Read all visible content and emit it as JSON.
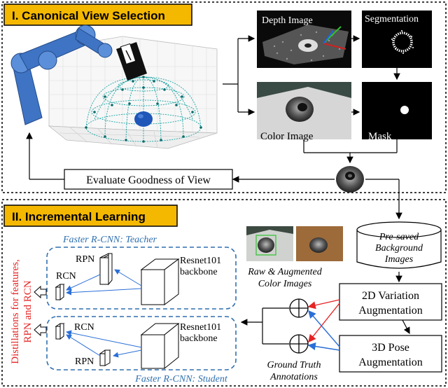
{
  "section1": {
    "title": "I. Canonical View Selection",
    "depth_label": "Depth Image",
    "segmentation_label": "Segmentation",
    "color_label": "Color Image",
    "mask_label": "Mask",
    "evaluate_label": "Evaluate Goodness of View"
  },
  "section2": {
    "title": "II. Incremental Learning",
    "background_db_line1": "Pre-saved",
    "background_db_line2": "Background",
    "background_db_line3": "Images",
    "raw_aug_line1": "Raw & Augmented",
    "raw_aug_line2": "Color Images",
    "aug2d_line1": "2D Variation",
    "aug2d_line2": "Augmentation",
    "aug3d_line1": "3D Pose",
    "aug3d_line2": "Augmentation",
    "gt_line1": "Ground Truth",
    "gt_line2": "Annotations",
    "teacher_label": "Faster R-CNN: Teacher",
    "student_label": "Faster R-CNN: Student",
    "rpn_label": "RPN",
    "rcn_label": "RCN",
    "backbone_line1": "Resnet101",
    "backbone_line2": "backbone",
    "distill_line1": "Distillations for features,",
    "distill_line2": "RPN and RCN"
  },
  "colors": {
    "title_fill": "#f5b800",
    "teacher_blue": "#2f6fb0",
    "arrow_red": "#e52323",
    "arrow_blue": "#2a6fd6",
    "robot_blue": "#3f74c4",
    "dome_cyan": "#1aa3a3"
  }
}
